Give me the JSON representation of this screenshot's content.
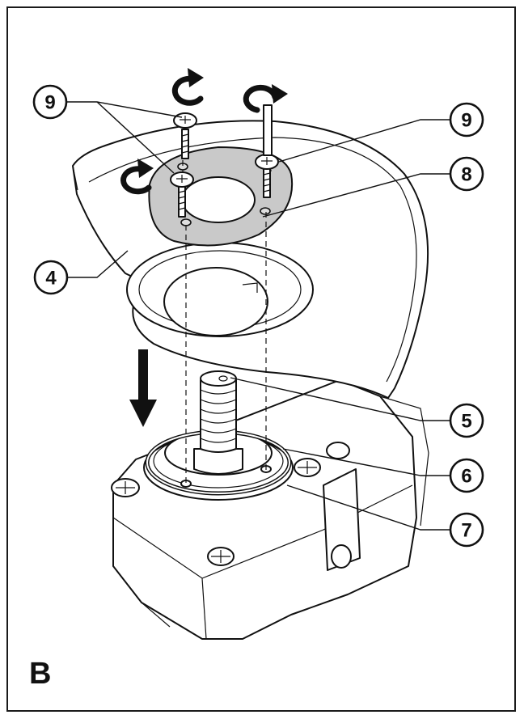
{
  "figure": {
    "label": "B"
  },
  "callouts": [
    {
      "id": "callout-9-left",
      "text": "9"
    },
    {
      "id": "callout-9-right",
      "text": "9"
    },
    {
      "id": "callout-8",
      "text": "8"
    },
    {
      "id": "callout-4",
      "text": "4"
    },
    {
      "id": "callout-5",
      "text": "5"
    },
    {
      "id": "callout-6",
      "text": "6"
    },
    {
      "id": "callout-7",
      "text": "7"
    }
  ],
  "colors": {
    "line": "#111111",
    "plate": "#c9c9c9",
    "background": "#ffffff"
  }
}
